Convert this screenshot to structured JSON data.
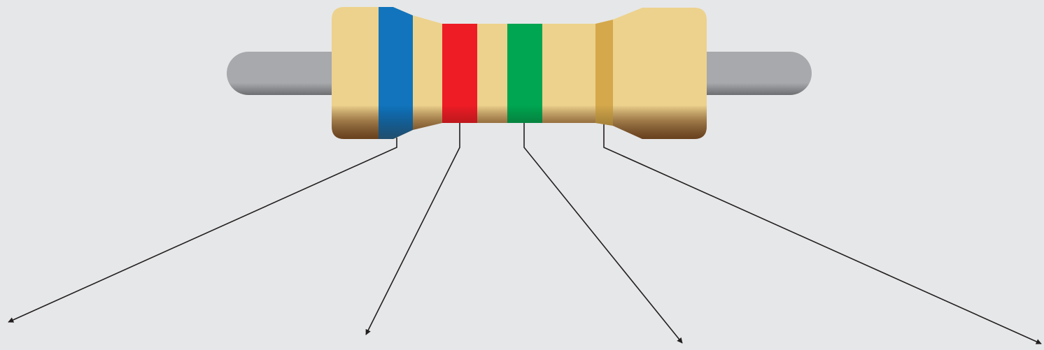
{
  "colors": {
    "background": "#e6e7e8",
    "body_top": "#edd28d",
    "body_bottom": "#8b5a2f",
    "lead_top": "#a7a9ac",
    "lead_bottom": "#6d6e71",
    "pointer_line": "#231f20"
  },
  "component": {
    "type": "resistor",
    "band_count": 4
  },
  "bands": [
    {
      "color_name": "blue",
      "color": "#1174bd"
    },
    {
      "color_name": "red",
      "color": "#ee1c25"
    },
    {
      "color_name": "green",
      "color": "#00a651"
    },
    {
      "color_name": "gold",
      "color": "#d4a84b"
    }
  ],
  "pointers": [
    {
      "band": "blue",
      "label": ""
    },
    {
      "band": "red",
      "label": ""
    },
    {
      "band": "green",
      "label": ""
    },
    {
      "band": "gold",
      "label": ""
    }
  ]
}
